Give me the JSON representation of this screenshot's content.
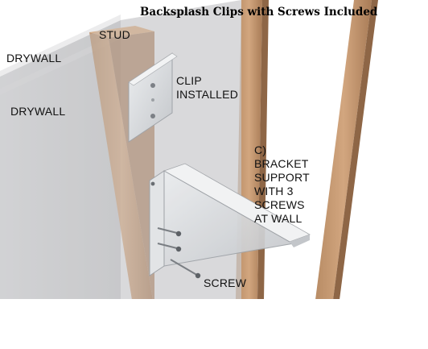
{
  "title": "Backsplash Clips with Screws Included",
  "labels": {
    "stud": "STUD",
    "drywall_top": "DRYWALL",
    "drywall_bottom": "DRYWALL",
    "clip_installed": "CLIP\nINSTALLED",
    "bracket_support": "C)\nBRACKET\nSUPPORT\nWITH 3\nSCREWS\nAT WALL",
    "screw": "SCREW"
  },
  "colors": {
    "wall": "#c8c9cb",
    "wall_edge": "#e6e6e7",
    "stud_wood": "#c79a73",
    "stud_dark": "#9c7050",
    "clip_metal": "#dcdde0",
    "bracket_metal": "#d6d8dc"
  }
}
